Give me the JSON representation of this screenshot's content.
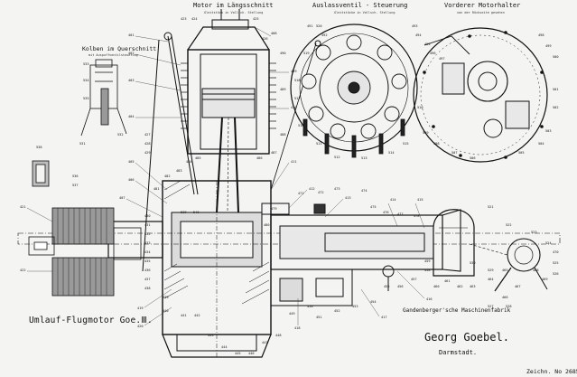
{
  "drawing": {
    "views": {
      "longitudinal": {
        "title": "Motor im Längsschnitt",
        "subtitle": "Gleitstück in Vollsch. Stellung"
      },
      "exhaust_valve": {
        "title": "Auslassventil - Steuerung",
        "subtitle": "Gleitstücke in Vollsch. Stellung"
      },
      "front_mount": {
        "title": "Vorderer Motorhalter",
        "subtitle": "von der Rückseite gesehen"
      },
      "piston_cross": {
        "title": "Kolben im Querschnitt",
        "subtitle": "mit Auspuffventilsteuerung"
      }
    },
    "engine_name": "Umlauf-Flugmotor Goe.Ⅲ.",
    "manufacturer": "Gandenberger'sche Maschinenfabrik",
    "company": "Georg Goebel.",
    "city": "Darmstadt.",
    "drawing_number": "Zeichn. No 2685"
  },
  "part_numbers": [
    "401",
    "402",
    "403",
    "404",
    "405",
    "406",
    "407",
    "408",
    "409",
    "410",
    "411",
    "412",
    "413",
    "414",
    "415",
    "416",
    "417",
    "418",
    "419",
    "420",
    "421",
    "422",
    "423",
    "424",
    "425",
    "426",
    "427",
    "428",
    "429",
    "430",
    "431",
    "432",
    "433",
    "434",
    "435",
    "436",
    "437",
    "438",
    "439",
    "440",
    "441",
    "442",
    "443",
    "444",
    "445",
    "446",
    "447",
    "448",
    "449",
    "450",
    "451",
    "452",
    "453",
    "454",
    "455",
    "456",
    "457",
    "458",
    "459",
    "460",
    "461",
    "462",
    "463",
    "464",
    "465",
    "466",
    "467",
    "468",
    "469",
    "470",
    "471",
    "472",
    "473",
    "474",
    "475",
    "476",
    "477",
    "478",
    "479",
    "480",
    "481",
    "482",
    "483",
    "484",
    "485",
    "486",
    "487",
    "488",
    "489",
    "490",
    "491",
    "492",
    "493",
    "494",
    "495",
    "496",
    "497",
    "498",
    "499",
    "500",
    "501",
    "502",
    "503",
    "504",
    "505",
    "506",
    "507",
    "508",
    "509",
    "510",
    "511",
    "512",
    "513",
    "514",
    "515",
    "516",
    "517",
    "518",
    "519",
    "520",
    "521",
    "522",
    "523",
    "524",
    "525",
    "526",
    "527",
    "528",
    "529",
    "530",
    "531",
    "532",
    "533",
    "534",
    "535",
    "536",
    "537",
    "538",
    "539",
    "540",
    "541",
    "542",
    "543",
    "544",
    "545",
    "546",
    "547",
    "548",
    "549",
    "550"
  ]
}
